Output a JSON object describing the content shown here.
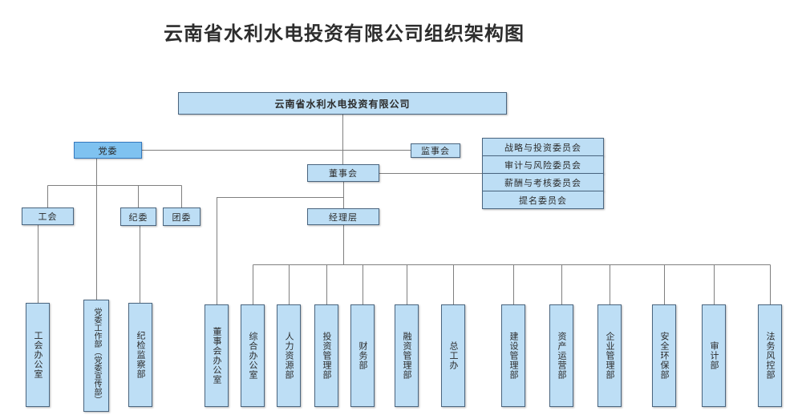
{
  "title": "云南省水利水电投资有限公司组织架构图",
  "chart": {
    "root": "云南省水利水电投资有限公司",
    "party_committee": "党委",
    "supervisory_board": "监事会",
    "board_of_directors": "董事会",
    "management": "经理层",
    "committees": [
      "战略与投资委员会",
      "审计与风险委员会",
      "薪酬与考核委员会",
      "提名委员会"
    ],
    "party_orgs": [
      "工会",
      "纪委",
      "团委"
    ],
    "party_offices": [
      "工会办公室",
      "党委工作部（党委宣传部）",
      "纪检监察部"
    ],
    "departments": [
      "董事会办公室",
      "综合办公室",
      "人力资源部",
      "投资管理部",
      "财务部",
      "融资管理部",
      "总工办",
      "建设管理部",
      "资产运营部",
      "企业管理部",
      "安全环保部",
      "审计部",
      "法务风控部"
    ]
  },
  "colors": {
    "node_fill": "#bddef5",
    "node_border": "#4a657f",
    "party_fill": "#7fc2f0",
    "party_border": "#3579be",
    "connector": "#7f7f7f",
    "title_text": "#2d2d2d"
  }
}
